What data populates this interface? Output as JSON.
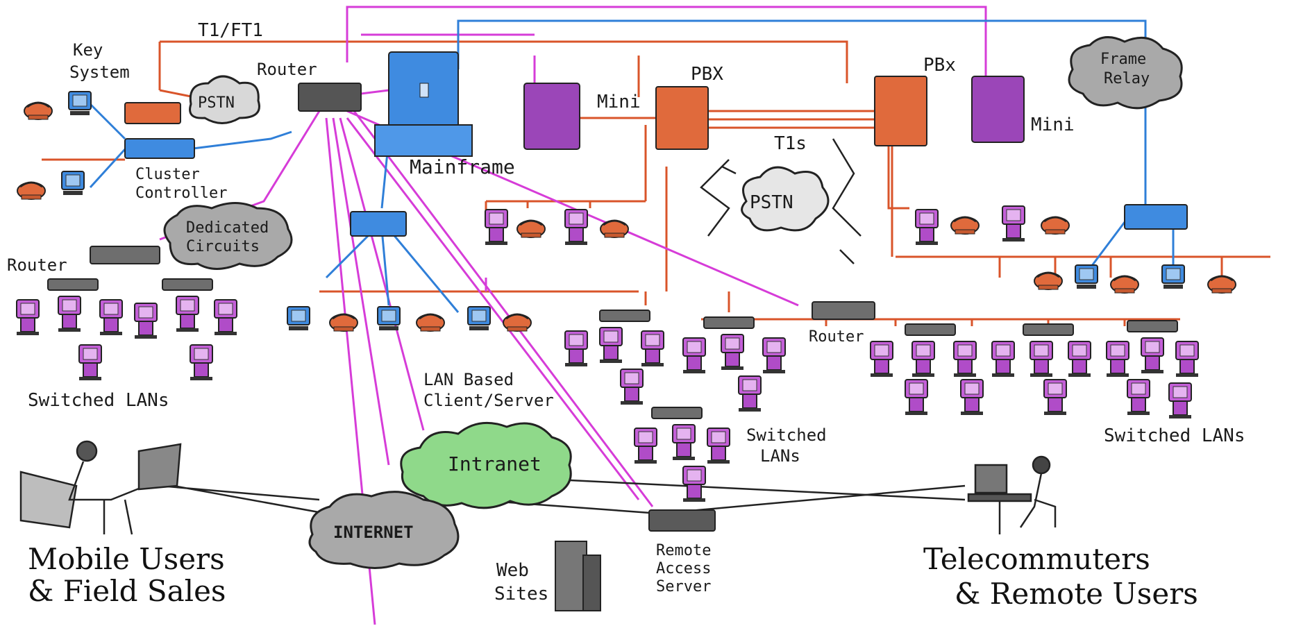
{
  "labels": {
    "t1ft1": "T1/FT1",
    "key_system_line1": "Key",
    "key_system_line2": "System",
    "router_top": "Router",
    "pstn_small": "PSTN",
    "mainframe": "Mainframe",
    "cluster_line1": "Cluster",
    "cluster_line2": "Controller",
    "mini_left": "Mini",
    "pbx_left": "PBX",
    "pbx_right": "PBx",
    "mini_right": "Mini",
    "t1s": "T1s",
    "pstn_center": "PSTN",
    "frame_line1": "Frame",
    "frame_line2": "Relay",
    "dedicated_line1": "Dedicated",
    "dedicated_line2": "Circuits",
    "router_left": "Router",
    "router_right": "Router",
    "switched_lans_left": "Switched LANs",
    "lan_line1": "LAN Based",
    "lan_line2": "Client/Server",
    "switched_mid_line1": "Switched",
    "switched_mid_line2": "LANs",
    "switched_lans_right": "Switched LANs",
    "intranet": "Intranet",
    "internet": "INTERNET",
    "remote_line1": "Remote",
    "remote_line2": "Access",
    "remote_line3": "Server",
    "web_line1": "Web",
    "web_line2": "Sites",
    "mobile_line1": "Mobile Users",
    "mobile_line2": "& Field Sales",
    "tele_line1": "Telecommuters",
    "tele_line2": "& Remote Users"
  },
  "colors": {
    "red_link": "#d9542a",
    "magenta_link": "#d63cd8",
    "blue_link": "#2f7fd8",
    "purple_device": "#9b46b8",
    "pc_purple": "#c45fd8",
    "blue_device": "#3f8be0",
    "orange_device": "#e06a3c",
    "cloud_gray": "#a9a9a9",
    "cloud_green": "#8fd98a"
  }
}
